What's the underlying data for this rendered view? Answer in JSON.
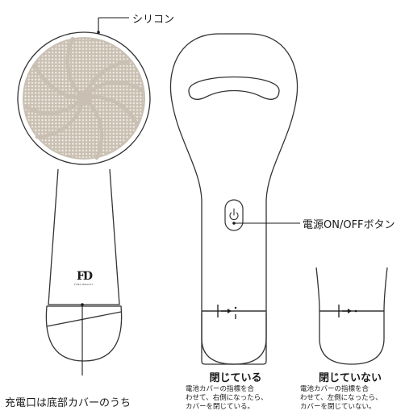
{
  "callouts": {
    "silicone": "シリコン",
    "power_button": "電源ON/OFFボタン",
    "charging_port": "充電口は底部カバーのうち"
  },
  "brand": {
    "logo_letters": "FD",
    "logo_sub": "FTNC BEAUTY"
  },
  "states": [
    {
      "title": "閉じている",
      "note": "電池カバーの指標を合\nわせて、右側になったら、\nカバーを閉じている。"
    },
    {
      "title": "閉じていない",
      "note": "電池カバーの指標を合\nわせて、左側になったら、\nカバーを閉じていない。"
    }
  ],
  "colors": {
    "outline": "#333333",
    "silicone_fill": "#c9c0b3",
    "silicone_dots": "#f4efe6"
  },
  "icons": [
    "power-icon",
    "arrow-right-icon"
  ]
}
